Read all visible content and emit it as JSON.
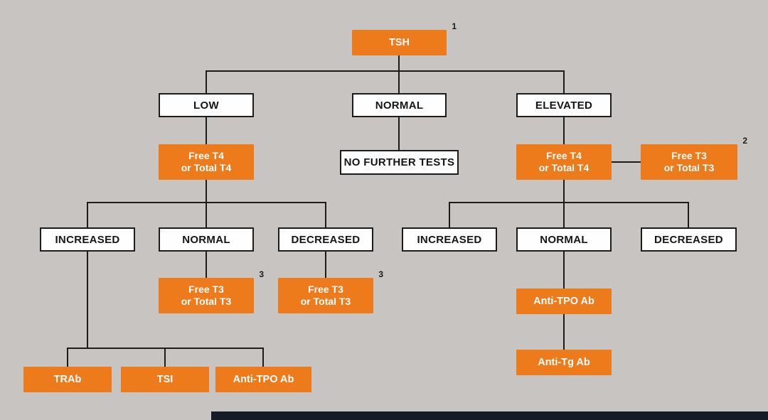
{
  "colors": {
    "background": "#c8c4c1",
    "orange": "#ed7a1b",
    "white_box": "#fefefe",
    "line": "#1c1c1c",
    "bottom_bar": "#171b26"
  },
  "flowchart": {
    "tsh": {
      "label": "TSH",
      "sup": "1"
    },
    "low": {
      "label": "LOW"
    },
    "normal_top": {
      "label": "NORMAL"
    },
    "elevated": {
      "label": "ELEVATED"
    },
    "free_t4_left": {
      "line1": "Free T4",
      "line2": "or Total T4"
    },
    "no_further_tests": {
      "label": "NO FURTHER TESTS"
    },
    "free_t4_right": {
      "line1": "Free T4",
      "line2": "or Total T4"
    },
    "free_t3_elevated": {
      "line1": "Free T3",
      "line2": "or Total T3",
      "sup": "2"
    },
    "increased_left": {
      "label": "INCREASED"
    },
    "normal_left": {
      "label": "NORMAL"
    },
    "decreased_left": {
      "label": "DECREASED"
    },
    "free_t3_normal": {
      "line1": "Free T3",
      "line2": "or Total T3",
      "sup": "3"
    },
    "free_t3_decreased": {
      "line1": "Free T3",
      "line2": "or Total T3",
      "sup": "3"
    },
    "trab": {
      "label": "TRAb"
    },
    "tsi": {
      "label": "TSI"
    },
    "anti_tpo_left": {
      "label": "Anti-TPO Ab"
    },
    "increased_right": {
      "label": "INCREASED"
    },
    "normal_right": {
      "label": "NORMAL"
    },
    "decreased_right": {
      "label": "DECREASED"
    },
    "anti_tpo_right": {
      "label": "Anti-TPO Ab"
    },
    "anti_tg": {
      "label": "Anti-Tg Ab"
    }
  }
}
